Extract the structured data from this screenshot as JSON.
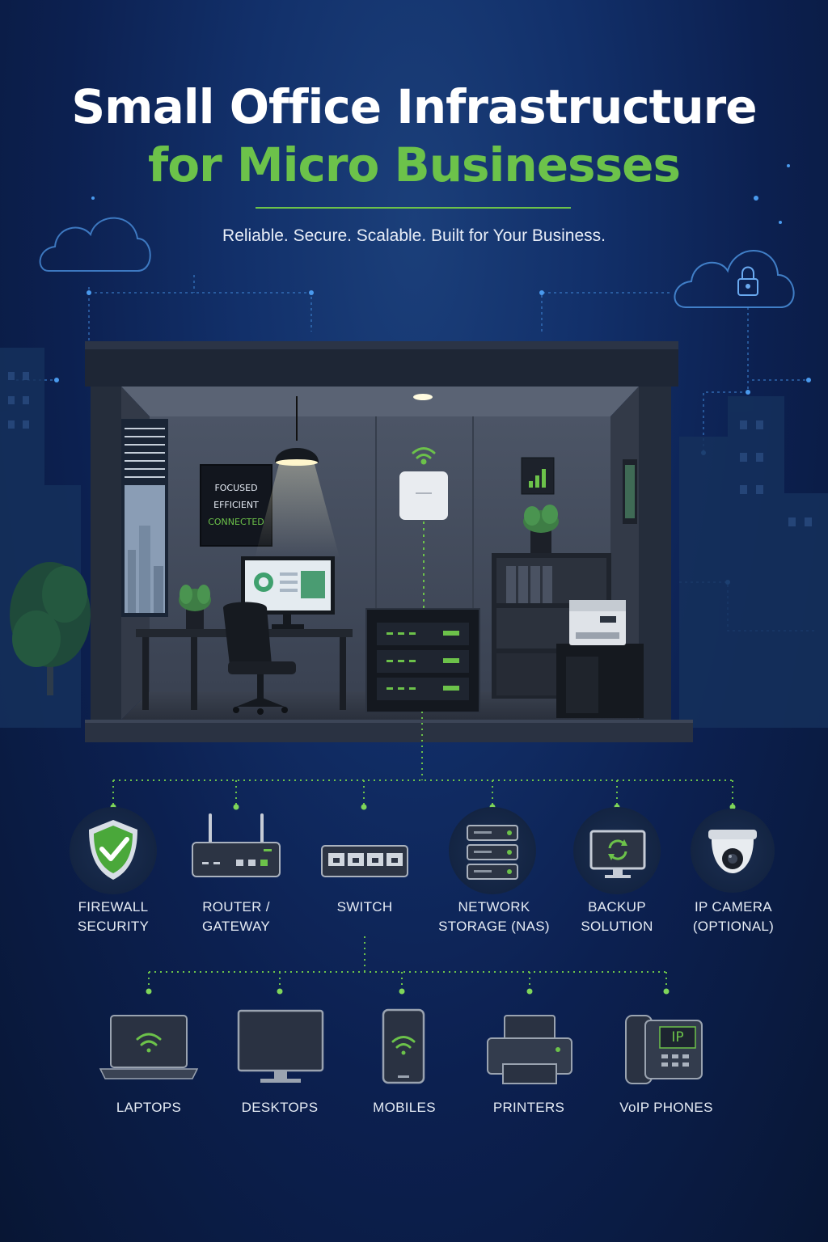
{
  "header": {
    "title_line1": "Small Office Infrastructure",
    "title_line2": "for Micro Businesses",
    "tagline": "Reliable. Secure. Scalable. Built for Your Business."
  },
  "poster": {
    "line1": "FOCUSED",
    "line2": "EFFICIENT",
    "line3": "CONNECTED"
  },
  "infrastructure": [
    {
      "line1": "FIREWALL",
      "line2": "SECURITY",
      "icon": "shield-check-icon"
    },
    {
      "line1": "ROUTER /",
      "line2": "GATEWAY",
      "icon": "router-icon"
    },
    {
      "line1": "SWITCH",
      "line2": "",
      "icon": "switch-icon"
    },
    {
      "line1": "NETWORK",
      "line2": "STORAGE (NAS)",
      "icon": "nas-icon"
    },
    {
      "line1": "BACKUP",
      "line2": "SOLUTION",
      "icon": "backup-monitor-icon"
    },
    {
      "line1": "IP CAMERA",
      "line2": "(OPTIONAL)",
      "icon": "camera-icon"
    }
  ],
  "endpoints": [
    {
      "label": "LAPTOPS",
      "icon": "laptop-icon"
    },
    {
      "label": "DESKTOPS",
      "icon": "desktop-icon"
    },
    {
      "label": "MOBILES",
      "icon": "mobile-icon"
    },
    {
      "label": "PRINTERS",
      "icon": "printer-icon"
    },
    {
      "label": "VoIP PHONES",
      "icon": "voip-phone-icon",
      "screen_text": "IP"
    }
  ],
  "colors": {
    "accent_green": "#6cc24a",
    "background_navy": "#0c2050",
    "text_white": "#ffffff",
    "line_blue": "#3f86d6"
  }
}
